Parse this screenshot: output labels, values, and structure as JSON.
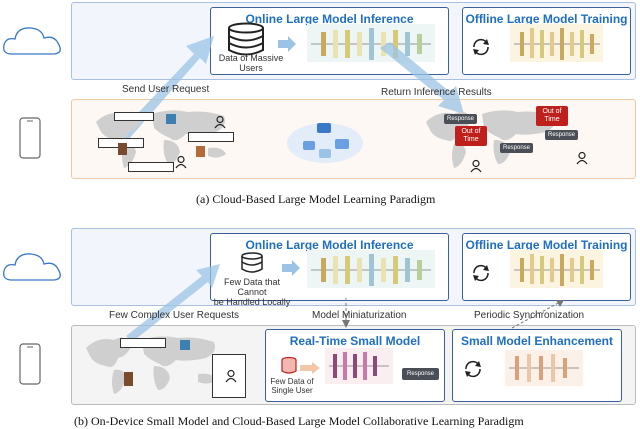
{
  "figure_a": {
    "online_title": "Online Large Model Inference",
    "offline_title": "Offline Large Model Training",
    "data_label_1": "Data of Massive",
    "data_label_2": "Users",
    "send_request": "Send User Request",
    "return_results": "Return Inference Results",
    "bubbles": {
      "out_of_time_1": "Out of Time",
      "out_of_time_2": "Out of Time",
      "response_1": "Response",
      "response_2": "Response",
      "response_3": "Response"
    },
    "caption": "(a)  Cloud-Based Large Model Learning Paradigm"
  },
  "figure_b": {
    "online_title": "Online Large Model Inference",
    "offline_title": "Offline Large Model Training",
    "few_data_1": "Few Data that Cannot",
    "few_data_2": "be Handled Locally",
    "few_requests": "Few Complex User Requests",
    "miniaturization": "Model Miniaturization",
    "periodic_sync": "Periodic Synchronization",
    "realtime_title": "Real-Time Small Model Inference",
    "enhancement_title": "Small Model Enhancement",
    "single_user_1": "Few Data of",
    "single_user_2": "Single User",
    "response": "Response",
    "caption": "(b)  On-Device Small Model and Cloud-Based Large Model Collaborative Learning Paradigm"
  },
  "colors": {
    "title_blue": "#1f6fc2",
    "panel_blue": "#f2f6fc",
    "panel_orange": "#fdf8f3",
    "alert_red": "#c0201c"
  },
  "icons": [
    "cloud-icon",
    "phone-icon",
    "database-icon",
    "cycle-icon",
    "user-icon",
    "search-icon",
    "world-map-icon"
  ]
}
